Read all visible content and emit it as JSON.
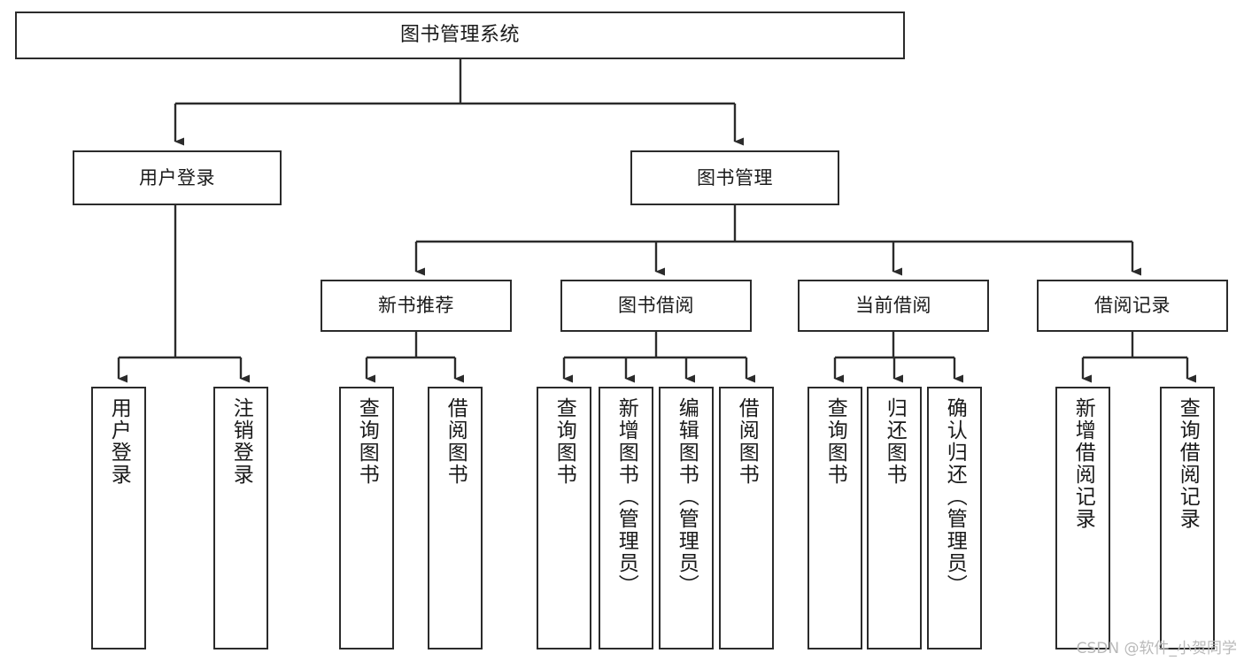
{
  "diagram": {
    "type": "tree-hierarchy",
    "title": "图书管理系统",
    "watermark": "CSDN @软件_小贺同学",
    "colors": {
      "box_border": "#2b2b2b",
      "box_fill": "#ffffff",
      "connector": "#2b2b2b",
      "text": "#1a1a1a",
      "watermark": "#b9b9b9"
    },
    "root": {
      "label": "图书管理系统"
    },
    "level2": [
      {
        "label": "用户登录"
      },
      {
        "label": "图书管理"
      }
    ],
    "level3": [
      {
        "label": "新书推荐"
      },
      {
        "label": "图书借阅"
      },
      {
        "label": "当前借阅"
      },
      {
        "label": "借阅记录"
      }
    ],
    "leaves": {
      "user_login": [
        {
          "label": "用户登录"
        },
        {
          "label": "注销登录"
        }
      ],
      "new_book_recommend": [
        {
          "label": "查询图书"
        },
        {
          "label": "借阅图书"
        }
      ],
      "book_borrow": [
        {
          "label": "查询图书"
        },
        {
          "label": "新增图书（管理员）"
        },
        {
          "label": "编辑图书（管理员）"
        },
        {
          "label": "借阅图书"
        }
      ],
      "current_borrow": [
        {
          "label": "查询图书"
        },
        {
          "label": "归还图书"
        },
        {
          "label": "确认归还（管理员）"
        }
      ],
      "borrow_record": [
        {
          "label": "新增借阅记录"
        },
        {
          "label": "查询借阅记录"
        }
      ]
    }
  }
}
